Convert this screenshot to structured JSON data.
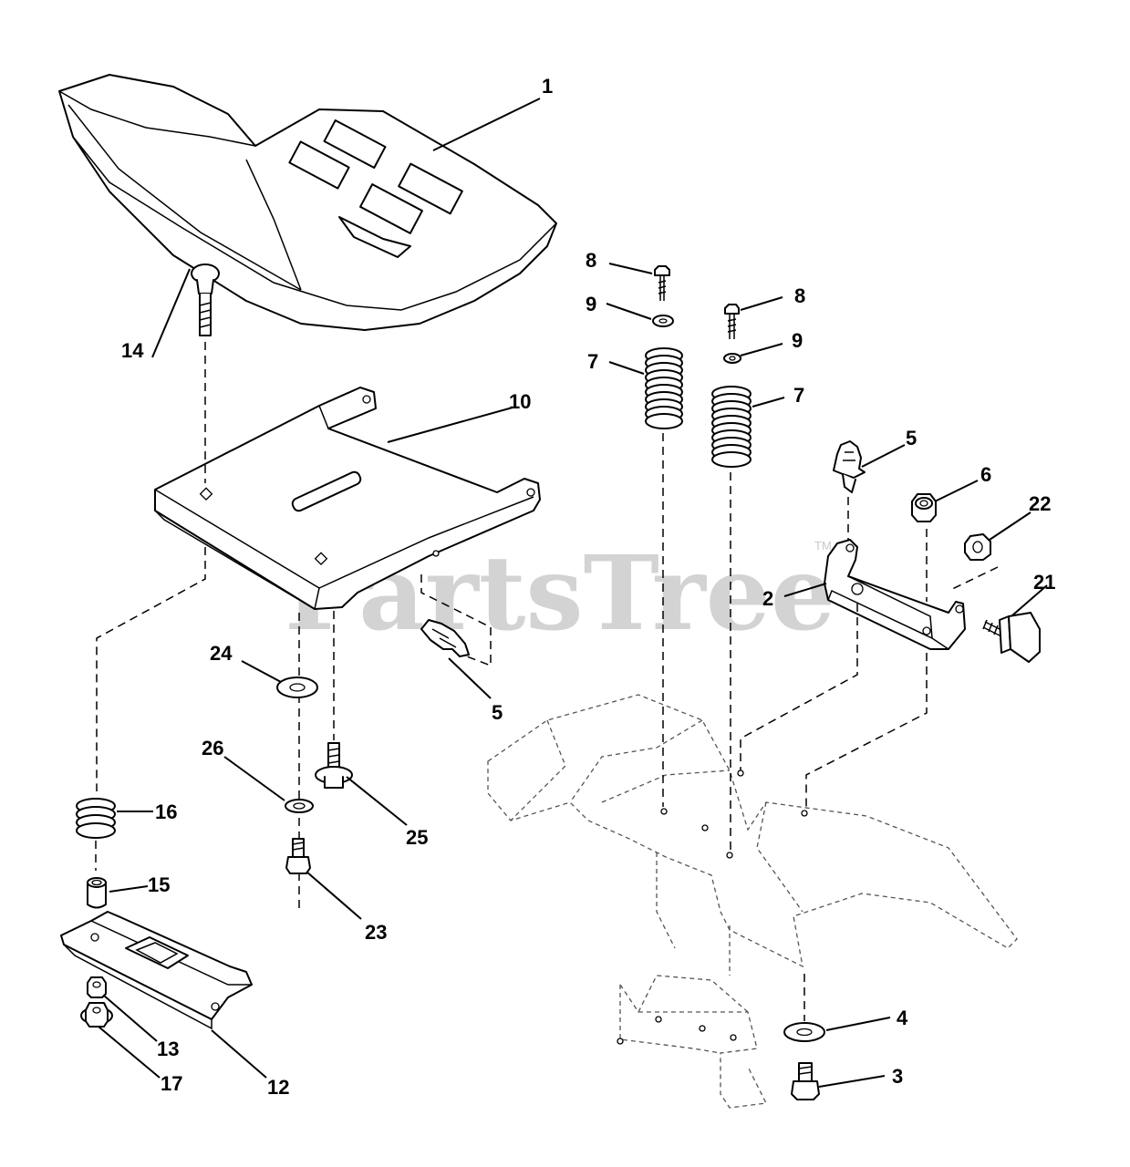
{
  "watermark": {
    "text": "PartsTree",
    "trademark": "TM"
  },
  "callouts": {
    "seat": "1",
    "seat_pan": "10",
    "carriage_bolt": "14",
    "spring_left_label": "7",
    "spring_right_label": "7",
    "bolt_left": "8",
    "bolt_right": "8",
    "washer_left": "9",
    "washer_right": "9",
    "clip_upper": "5",
    "clip_lower": "5",
    "nut_upper": "6",
    "nut_side": "22",
    "bracket": "2",
    "knob_bolt": "21",
    "washer_flat_24": "24",
    "lock_washer_26": "26",
    "shoulder_bolt_25": "25",
    "spring_16": "16",
    "spacer_15": "15",
    "screw_23": "23",
    "nut_13": "13",
    "nut_17": "17",
    "slide_plate_12": "12",
    "washer_4": "4",
    "bolt_3": "3"
  }
}
